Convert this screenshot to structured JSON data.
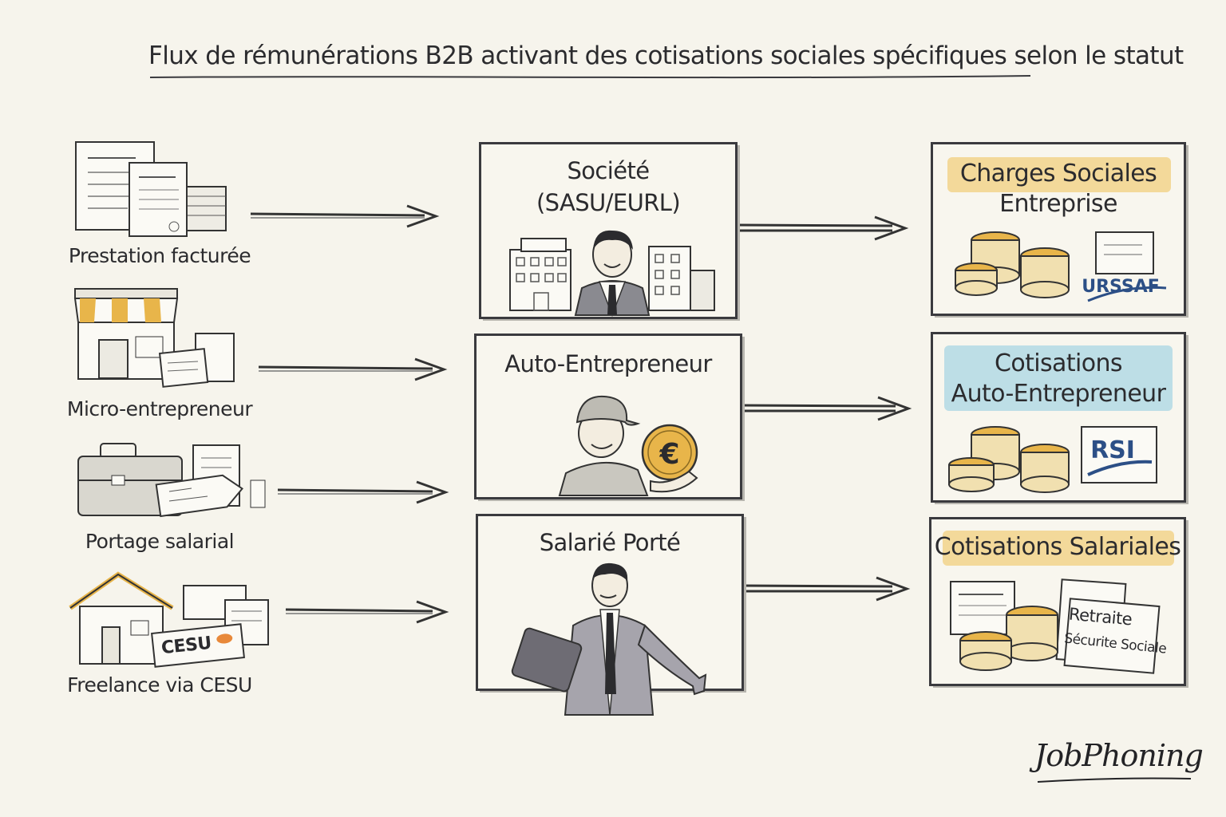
{
  "title": "Flux de rémunérations B2B activant des cotisations sociales spécifiques selon le statut",
  "sources": [
    {
      "label": "Prestation facturée"
    },
    {
      "label": "Micro-entrepreneur"
    },
    {
      "label": "Portage salarial"
    },
    {
      "label": "Freelance via CESU"
    }
  ],
  "cesu_badge": "CESU",
  "statuses": [
    {
      "title_line1": "Société",
      "title_line2": "(SASU/EURL)"
    },
    {
      "title": "Auto-Entrepreneur"
    },
    {
      "title": "Salarié Porté"
    }
  ],
  "outcomes": [
    {
      "title_line1": "Charges Sociales",
      "title_line2": "Entreprise",
      "badge": "URSSAF",
      "highlight": "#f1cf7e"
    },
    {
      "title_line1": "Cotisations",
      "title_line2": "Auto-Entrepreneur",
      "badge": "RSI",
      "highlight": "#a9d6e3"
    },
    {
      "title_line1": "Cotisations Salariales",
      "doc1": "Retraite",
      "doc2": "Sécurite Sociale",
      "highlight": "#f1cf7e"
    }
  ],
  "euro_symbol": "€",
  "brand": "JobPhoning",
  "colors": {
    "ink": "#2b2b2e",
    "gold": "#e8b54a",
    "blue": "#2c4f86",
    "paper": "#f6f4ec"
  }
}
